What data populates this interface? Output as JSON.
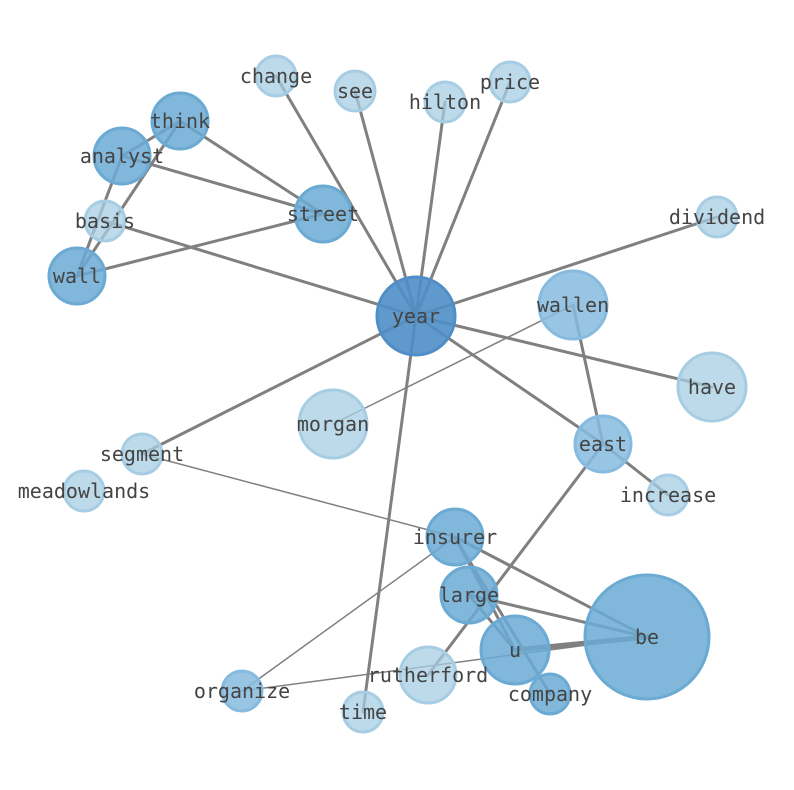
{
  "colors": {
    "edge": "#808080",
    "level1": "#a6cde3",
    "level2": "#86bbdf",
    "level3": "#6aaad3",
    "level4": "#4f8fc6",
    "label": "#444444"
  },
  "nodes": [
    {
      "id": "year",
      "label": "year",
      "level": 4
    },
    {
      "id": "be",
      "label": "be",
      "level": 3
    },
    {
      "id": "u",
      "label": "u",
      "level": 3
    },
    {
      "id": "insurer",
      "label": "insurer",
      "level": 3
    },
    {
      "id": "large",
      "label": "large",
      "level": 3
    },
    {
      "id": "think",
      "label": "think",
      "level": 3
    },
    {
      "id": "analyst",
      "label": "analyst",
      "level": 3
    },
    {
      "id": "wall",
      "label": "wall",
      "level": 3
    },
    {
      "id": "street",
      "label": "street",
      "level": 3
    },
    {
      "id": "company",
      "label": "company",
      "level": 3
    },
    {
      "id": "wallen",
      "label": "wallen",
      "level": 2
    },
    {
      "id": "east",
      "label": "east",
      "level": 2
    },
    {
      "id": "organize",
      "label": "organize",
      "level": 2
    },
    {
      "id": "change",
      "label": "change",
      "level": 1
    },
    {
      "id": "see",
      "label": "see",
      "level": 1
    },
    {
      "id": "hilton",
      "label": "hilton",
      "level": 1
    },
    {
      "id": "price",
      "label": "price",
      "level": 1
    },
    {
      "id": "basis",
      "label": "basis",
      "level": 1
    },
    {
      "id": "dividend",
      "label": "dividend",
      "level": 1
    },
    {
      "id": "have",
      "label": "have",
      "level": 1
    },
    {
      "id": "morgan",
      "label": "morgan",
      "level": 1
    },
    {
      "id": "segment",
      "label": "segment",
      "level": 1
    },
    {
      "id": "meadowlands",
      "label": "meadowlands",
      "level": 1
    },
    {
      "id": "increase",
      "label": "increase",
      "level": 1
    },
    {
      "id": "rutherford",
      "label": "rutherford",
      "level": 1
    },
    {
      "id": "time",
      "label": "time",
      "level": 1
    }
  ],
  "edges": [
    {
      "source": "year",
      "target": "change",
      "weight": 2
    },
    {
      "source": "year",
      "target": "see",
      "weight": 2
    },
    {
      "source": "year",
      "target": "hilton",
      "weight": 2
    },
    {
      "source": "year",
      "target": "price",
      "weight": 2
    },
    {
      "source": "year",
      "target": "basis",
      "weight": 2
    },
    {
      "source": "year",
      "target": "dividend",
      "weight": 2
    },
    {
      "source": "year",
      "target": "have",
      "weight": 2
    },
    {
      "source": "year",
      "target": "east",
      "weight": 2
    },
    {
      "source": "year",
      "target": "segment",
      "weight": 2
    },
    {
      "source": "year",
      "target": "time",
      "weight": 2
    },
    {
      "source": "think",
      "target": "street",
      "weight": 2
    },
    {
      "source": "think",
      "target": "wall",
      "weight": 2
    },
    {
      "source": "analyst",
      "target": "street",
      "weight": 2
    },
    {
      "source": "analyst",
      "target": "wall",
      "weight": 2
    },
    {
      "source": "analyst",
      "target": "think",
      "weight": 2
    },
    {
      "source": "wall",
      "target": "street",
      "weight": 2
    },
    {
      "source": "wallen",
      "target": "morgan",
      "weight": 1
    },
    {
      "source": "wallen",
      "target": "east",
      "weight": 2
    },
    {
      "source": "east",
      "target": "increase",
      "weight": 2
    },
    {
      "source": "east",
      "target": "rutherford",
      "weight": 2
    },
    {
      "source": "segment",
      "target": "insurer",
      "weight": 1
    },
    {
      "source": "insurer",
      "target": "be",
      "weight": 2
    },
    {
      "source": "insurer",
      "target": "u",
      "weight": 2
    },
    {
      "source": "insurer",
      "target": "company",
      "weight": 2
    },
    {
      "source": "insurer",
      "target": "organize",
      "weight": 1
    },
    {
      "source": "large",
      "target": "be",
      "weight": 2
    },
    {
      "source": "large",
      "target": "u",
      "weight": 2
    },
    {
      "source": "u",
      "target": "be",
      "weight": 3
    },
    {
      "source": "organize",
      "target": "be",
      "weight": 1
    }
  ]
}
